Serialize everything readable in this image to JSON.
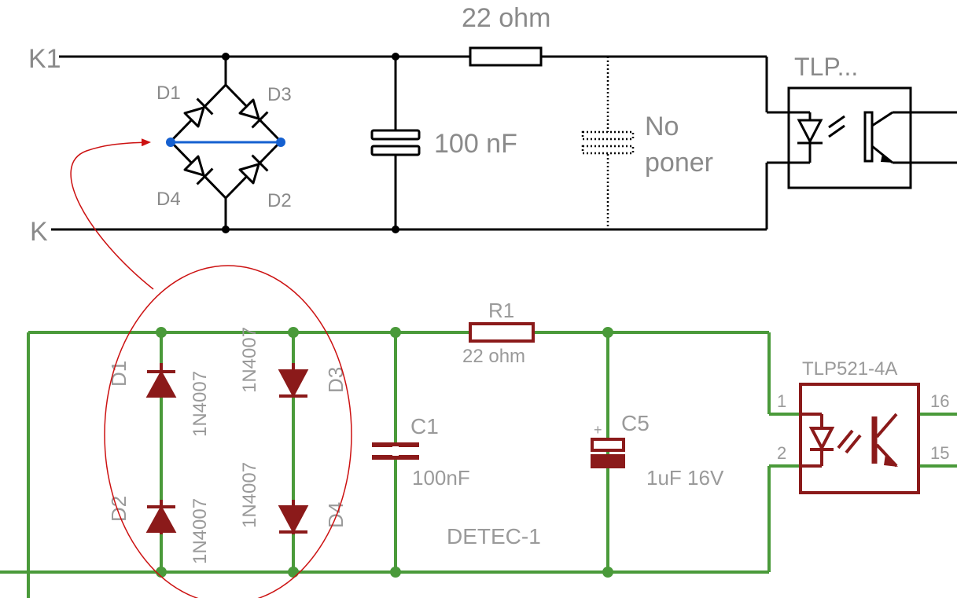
{
  "top_schematic": {
    "terminals": {
      "k1": "K1",
      "k": "K"
    },
    "diodes": {
      "d1": "D1",
      "d2": "D2",
      "d3": "D3",
      "d4": "D4"
    },
    "resistor_value": "22 ohm",
    "capacitor_value": "100 nF",
    "optional_cap_note_line1": "No",
    "optional_cap_note_line2": "poner",
    "optocoupler": "TLP..."
  },
  "bottom_schematic": {
    "resistor_name": "R1",
    "resistor_value": "22 ohm",
    "diodes": {
      "d1": "D1",
      "d2": "D2",
      "d3": "D3",
      "d4": "D4"
    },
    "diode_part": "1N4007",
    "c1_name": "C1",
    "c1_value": "100nF",
    "c5_name": "C5",
    "c5_value": "1uF  16V",
    "c5_polarity": "+",
    "net_label": "DETEC-1",
    "optocoupler": "TLP521-4A",
    "pins": {
      "p1": "1",
      "p2": "2",
      "p16": "16",
      "p15": "15"
    }
  },
  "colors": {
    "top_wire": "#000000",
    "bottom_wire": "#4a9a3a",
    "component": "#8b1a1a",
    "annotation": "#cc1111",
    "bridge_link": "#1560d0"
  }
}
